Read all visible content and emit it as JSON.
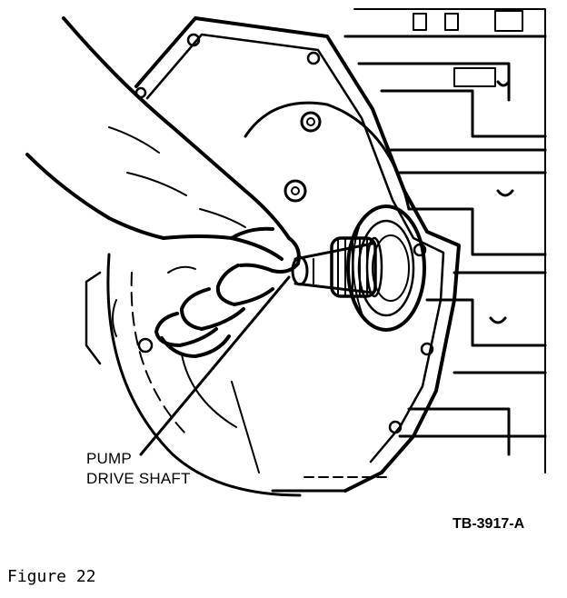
{
  "illustration": {
    "callout_line1": "PUMP",
    "callout_line2": "DRIVE SHAFT",
    "reference_code": "TB-3917-A"
  },
  "caption": "Figure 22",
  "colors": {
    "ink": "#000000",
    "paper": "#ffffff"
  }
}
